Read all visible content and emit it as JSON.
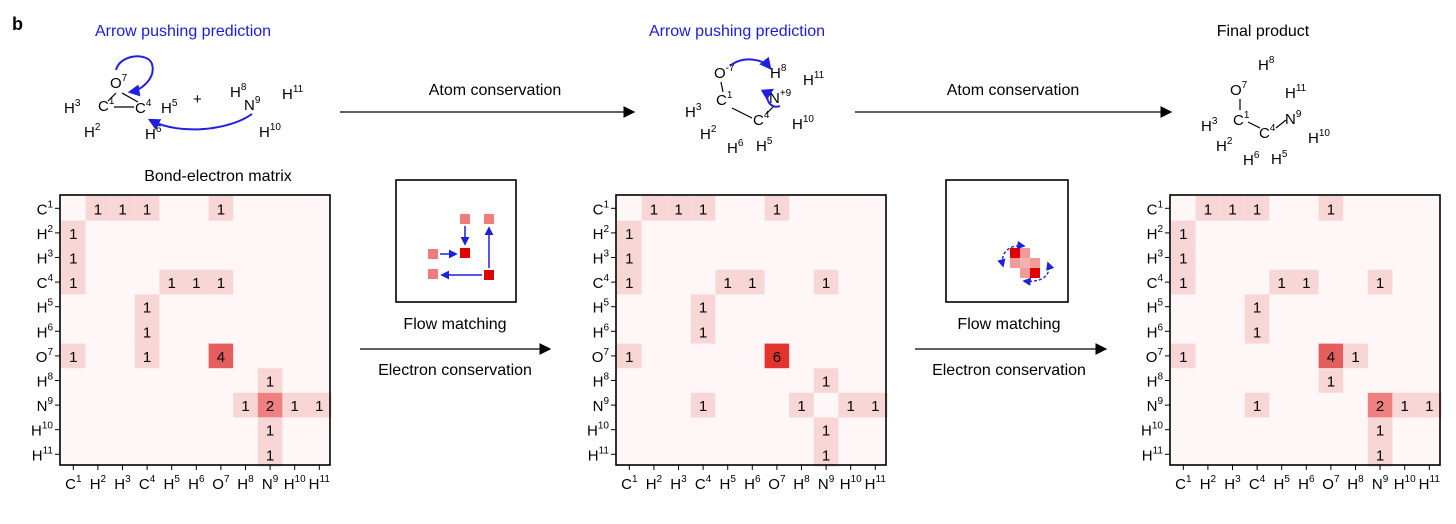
{
  "panel_label": "b",
  "headings": {
    "step1": "Arrow pushing prediction",
    "step2": "Arrow pushing prediction",
    "step3": "Final product",
    "bond_matrix": "Bond-electron matrix"
  },
  "transitions": {
    "atom_conservation_1": "Atom conservation",
    "atom_conservation_2": "Atom conservation",
    "flow_matching_1": "Flow matching",
    "flow_matching_2": "Flow matching",
    "electron_conservation_1": "Electron conservation",
    "electron_conservation_2": "Electron conservation"
  },
  "molecule_labels": {
    "reactant_O": "O",
    "reactant_C1": "C",
    "reactant_C4": "C",
    "reactant_N": "N",
    "product_O": "O",
    "product_N": "N"
  },
  "axis_labels": [
    {
      "base": "C",
      "sup": "1"
    },
    {
      "base": "H",
      "sup": "2"
    },
    {
      "base": "H",
      "sup": "3"
    },
    {
      "base": "C",
      "sup": "4"
    },
    {
      "base": "H",
      "sup": "5"
    },
    {
      "base": "H",
      "sup": "6"
    },
    {
      "base": "O",
      "sup": "7"
    },
    {
      "base": "H",
      "sup": "8"
    },
    {
      "base": "N",
      "sup": "9"
    },
    {
      "base": "H",
      "sup": "10"
    },
    {
      "base": "H",
      "sup": "11"
    }
  ],
  "matrices": [
    {
      "name": "reactants",
      "cells": [
        [
          0,
          1,
          "1"
        ],
        [
          0,
          2,
          "1"
        ],
        [
          0,
          3,
          "1"
        ],
        [
          0,
          6,
          "1"
        ],
        [
          1,
          0,
          "1"
        ],
        [
          2,
          0,
          "1"
        ],
        [
          3,
          0,
          "1"
        ],
        [
          3,
          4,
          "1"
        ],
        [
          3,
          5,
          "1"
        ],
        [
          3,
          6,
          "1"
        ],
        [
          4,
          3,
          "1"
        ],
        [
          5,
          3,
          "1"
        ],
        [
          6,
          0,
          "1"
        ],
        [
          6,
          3,
          "1"
        ],
        [
          6,
          6,
          "4"
        ],
        [
          7,
          8,
          "1"
        ],
        [
          8,
          7,
          "1"
        ],
        [
          8,
          8,
          "2"
        ],
        [
          8,
          9,
          "1"
        ],
        [
          8,
          10,
          "1"
        ],
        [
          9,
          8,
          "1"
        ],
        [
          10,
          8,
          "1"
        ]
      ]
    },
    {
      "name": "intermediate",
      "cells": [
        [
          0,
          1,
          "1"
        ],
        [
          0,
          2,
          "1"
        ],
        [
          0,
          3,
          "1"
        ],
        [
          0,
          6,
          "1"
        ],
        [
          1,
          0,
          "1"
        ],
        [
          2,
          0,
          "1"
        ],
        [
          3,
          0,
          "1"
        ],
        [
          3,
          4,
          "1"
        ],
        [
          3,
          5,
          "1"
        ],
        [
          3,
          8,
          "1"
        ],
        [
          4,
          3,
          "1"
        ],
        [
          5,
          3,
          "1"
        ],
        [
          6,
          0,
          "1"
        ],
        [
          6,
          6,
          "6"
        ],
        [
          7,
          8,
          "1"
        ],
        [
          8,
          3,
          "1"
        ],
        [
          8,
          7,
          "1"
        ],
        [
          8,
          9,
          "1"
        ],
        [
          8,
          10,
          "1"
        ],
        [
          9,
          8,
          "1"
        ],
        [
          10,
          8,
          "1"
        ]
      ]
    },
    {
      "name": "final-product",
      "cells": [
        [
          0,
          1,
          "1"
        ],
        [
          0,
          2,
          "1"
        ],
        [
          0,
          3,
          "1"
        ],
        [
          0,
          6,
          "1"
        ],
        [
          1,
          0,
          "1"
        ],
        [
          2,
          0,
          "1"
        ],
        [
          3,
          0,
          "1"
        ],
        [
          3,
          4,
          "1"
        ],
        [
          3,
          5,
          "1"
        ],
        [
          3,
          8,
          "1"
        ],
        [
          4,
          3,
          "1"
        ],
        [
          5,
          3,
          "1"
        ],
        [
          6,
          0,
          "1"
        ],
        [
          6,
          6,
          "4"
        ],
        [
          6,
          7,
          "1"
        ],
        [
          7,
          6,
          "1"
        ],
        [
          8,
          3,
          "1"
        ],
        [
          8,
          8,
          "2"
        ],
        [
          8,
          9,
          "1"
        ],
        [
          8,
          10,
          "1"
        ],
        [
          9,
          8,
          "1"
        ],
        [
          10,
          8,
          "1"
        ]
      ]
    }
  ],
  "colors": {
    "arrow_blue": "#1f1fe0",
    "heading_blue": "#1a1ae6",
    "cell_one": "#f9d6d6",
    "cell_two": "#ef8080",
    "cell_four": "#e45e5e",
    "cell_six": "#e2332e",
    "cell_bg": "#fff7f7"
  }
}
